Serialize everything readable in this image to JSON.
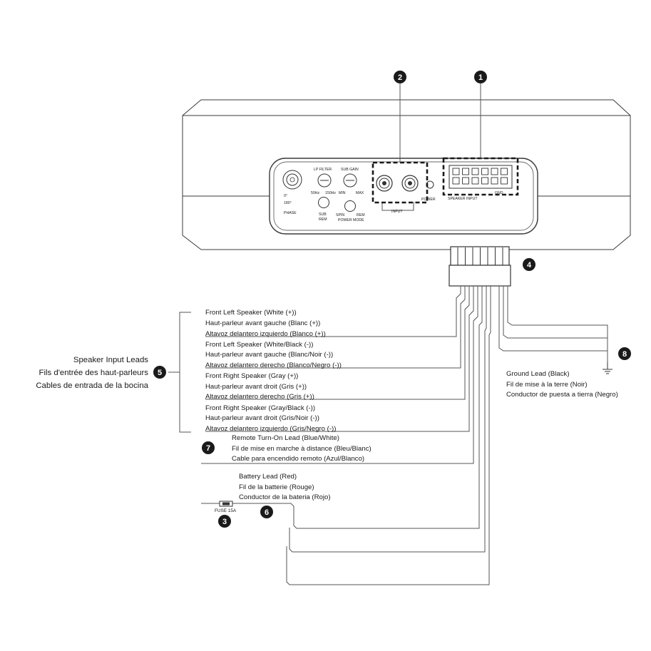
{
  "colors": {
    "ink": "#1a1a1a",
    "wire": "#555555",
    "badge": "#1a1a1a",
    "panel": "#ffffff"
  },
  "callouts": {
    "n1": "1",
    "n2": "2",
    "n3": "3",
    "n4": "4",
    "n5": "5",
    "n6": "6",
    "n7": "7",
    "n8": "8"
  },
  "panel": {
    "lp_filter": "LP FILTER",
    "sub_gain": "SUB GAIN",
    "hz50": "50Hz",
    "hz150": "150Hz",
    "min": "MIN",
    "max": "MAX",
    "phase_0": "0°",
    "phase_180": "180°",
    "phase": "PHASE",
    "sub": "SUB",
    "rem": "REM",
    "spin": "SPIN",
    "rem2": "REM",
    "power_mode": "POWER MODE",
    "input": "INPUT",
    "power": "POWER",
    "speaker_input": "SPEAKER INPUT",
    "gnd": "GND"
  },
  "speaker_leads": {
    "title_en": "Speaker Input Leads",
    "title_fr": "Fils d'entrée des haut-parleurs",
    "title_es": "Cables de entrada de la bocina",
    "groups": [
      {
        "en": "Front Left Speaker (White (+))",
        "fr": "Haut-parleur avant gauche (Blanc (+))",
        "es": "Altavoz delantero izquierdo (Blanco (+))"
      },
      {
        "en": "Front Left Speaker (White/Black (-))",
        "fr": "Haut-parleur avant gauche (Blanc/Noir (-))",
        "es": "Altavoz delantero derecho (Blanco/Negro (-))"
      },
      {
        "en": "Front Right Speaker (Gray (+))",
        "fr": "Haut-parleur avant droit (Gris (+))",
        "es": "Altavoz delantero derecho (Gris (+))"
      },
      {
        "en": "Front Right Speaker (Gray/Black (-))",
        "fr": "Haut-parleur avant droit (Gris/Noir (-))",
        "es": "Altavoz delantero izquierdo (Gris/Negro (-))"
      }
    ]
  },
  "remote_lead": {
    "en": "Remote Turn-On Lead (Blue/White)",
    "fr": "Fil de mise en marche à distance (Bleu/Blanc)",
    "es": "Cable para encendido remoto (Azul/Blanco)"
  },
  "battery_lead": {
    "en": "Battery Lead (Red)",
    "fr": "Fil de la batterie (Rouge)",
    "es": "Conductor de la bateria (Rojo)"
  },
  "ground_lead": {
    "en": "Ground Lead (Black)",
    "fr": "Fil de mise à la terre (Noir)",
    "es": "Conductor de puesta a tierra (Negro)"
  },
  "fuse": {
    "label": "FUSE 15A"
  }
}
